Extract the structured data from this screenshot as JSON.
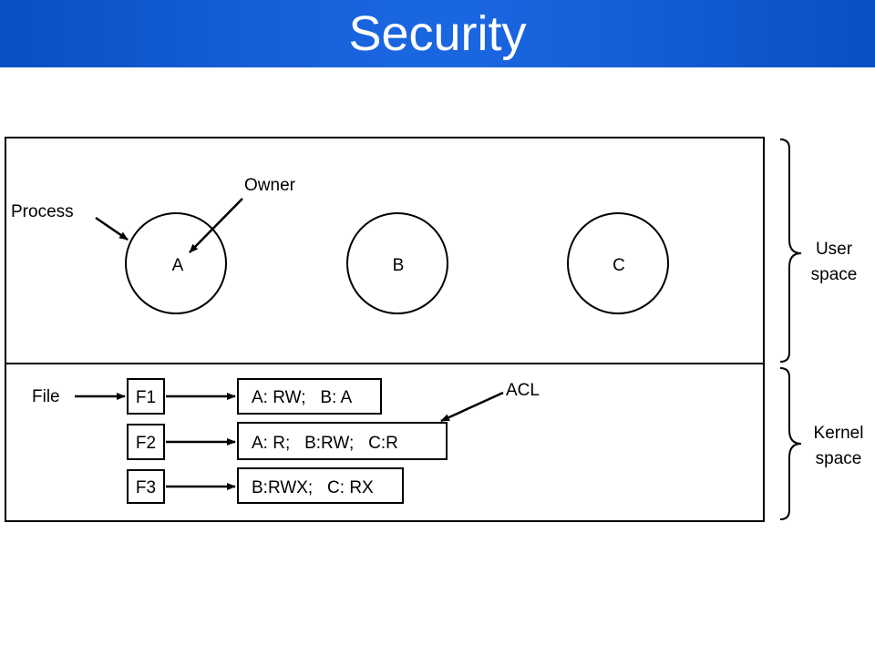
{
  "slide": {
    "title": "Security"
  },
  "diagram": {
    "labels": {
      "owner": "Owner",
      "process": "Process",
      "file": "File",
      "acl": "ACL"
    },
    "processes": [
      "A",
      "B",
      "C"
    ],
    "files": [
      {
        "name": "F1",
        "acl": "A: RW;   B: A"
      },
      {
        "name": "F2",
        "acl": "A: R;   B:RW;   C:R"
      },
      {
        "name": "F3",
        "acl": "B:RWX;   C: RX"
      }
    ],
    "regions": {
      "user_line1": "User",
      "user_line2": "space",
      "kernel_line1": "Kernel",
      "kernel_line2": "space"
    }
  }
}
